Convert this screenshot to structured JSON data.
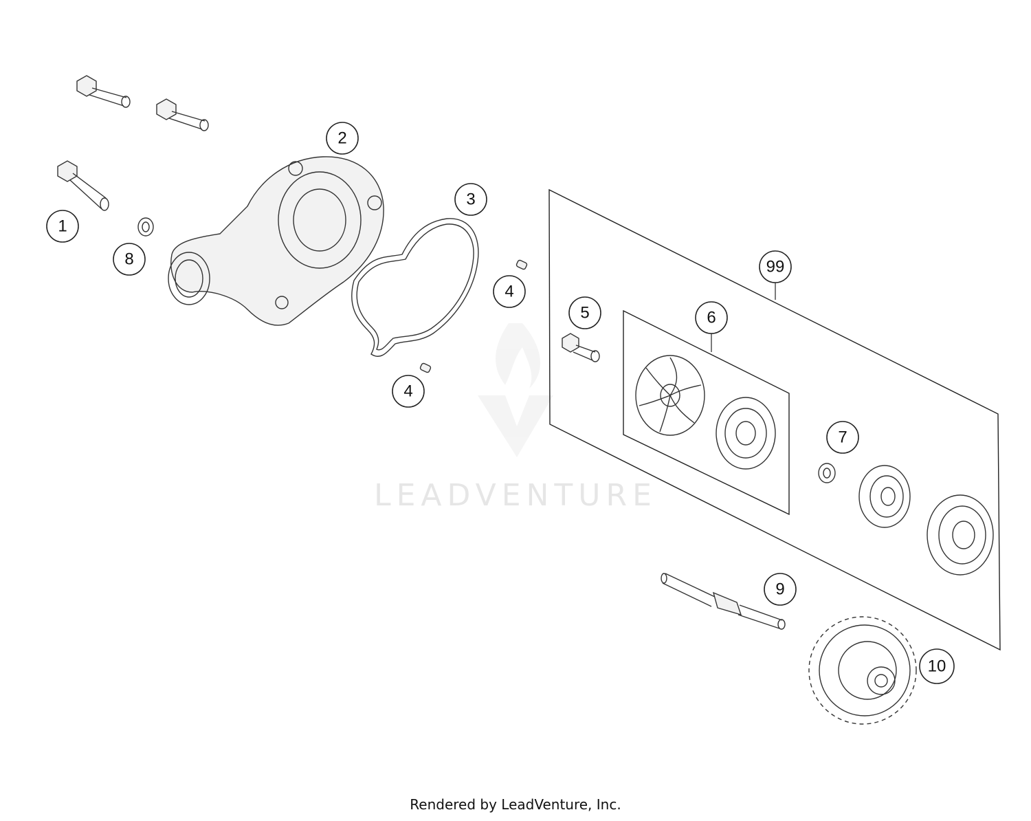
{
  "callouts": [
    {
      "label": "1"
    },
    {
      "label": "2"
    },
    {
      "label": "3"
    },
    {
      "label": "4"
    },
    {
      "label": "4"
    },
    {
      "label": "5"
    },
    {
      "label": "6"
    },
    {
      "label": "7"
    },
    {
      "label": "8"
    },
    {
      "label": "9"
    },
    {
      "label": "10"
    },
    {
      "label": "99"
    }
  ],
  "watermark": {
    "text": "LEADVENTURE"
  },
  "footer": {
    "text": "Rendered by LeadVenture, Inc."
  },
  "colors": {
    "line": "#333333",
    "watermark": "#e6e6e6"
  }
}
